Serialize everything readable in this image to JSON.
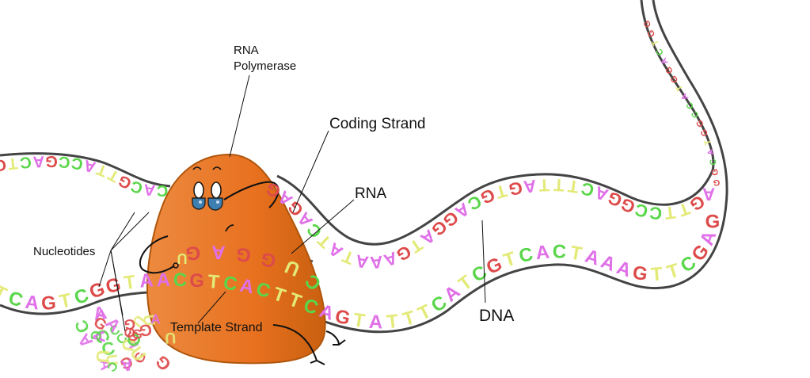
{
  "title": "Transcription diagram",
  "colors": {
    "A": "#e070e8",
    "C": "#5ad64a",
    "G": "#dd4a4a",
    "T": "#e3ea78",
    "U": "#e3ea78",
    "strand_outline": "#444444",
    "polymerase_fill": "#e8711f",
    "polymerase_dark": "#c85f10",
    "background": "#ffffff"
  },
  "labels": {
    "rna_polymerase_line1": "RNA",
    "rna_polymerase_line2": "Polymerase",
    "coding_strand": "Coding Strand",
    "rna": "RNA",
    "nucleotides": "Nucleotides",
    "template_strand": "Template Strand",
    "dna": "DNA"
  },
  "sequences": {
    "coding_left": "GTCAGCCATTGCAC",
    "coding_middle": "GAGACTATAAAGTAGGAC",
    "coding_right": "GTGATTTCAGGCCTTGA",
    "template_left": "TCAGTCGGTAACGTCACTTCAGTATTTCATCGTCACTAAAGTTCGAG",
    "rna": "GAGGUC",
    "rna_free": "U",
    "helix_top": "GGTCAGGTACCGGTACGG"
  }
}
